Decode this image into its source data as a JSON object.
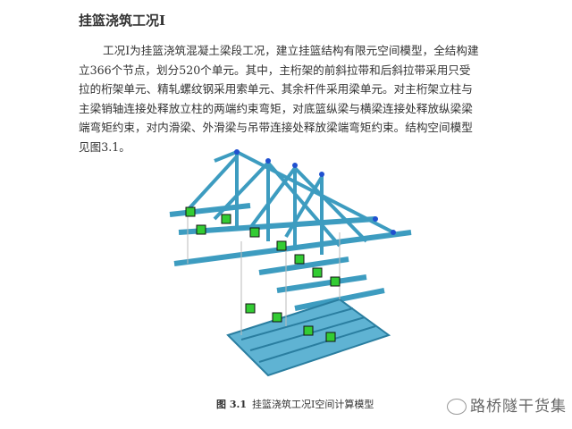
{
  "heading": "挂篮浇筑工况Ⅰ",
  "paragraph": "工况Ⅰ为挂篮浇筑混凝土梁段工况，建立挂篮结构有限元空间模型，全结构建立366个节点，划分520个单元。其中，主桁架的前斜拉带和后斜拉带采用只受拉的桁架单元、精轧螺纹钢采用索单元、其余杆件采用梁单元。对主桁架立柱与主梁销轴连接处释放立柱的两端约束弯矩，对底篮纵梁与横梁连接处释放纵梁梁端弯矩约束，对内滑梁、外滑梁与吊带连接处释放梁端弯矩约束。结构空间模型见图3.1。",
  "figure": {
    "number": "图 3.1",
    "caption": "挂篮浇筑工况Ⅰ空间计算模型",
    "colors": {
      "steel": "#3d9cc0",
      "node": "#2050d0",
      "support": "#33cc33"
    }
  },
  "watermark": "路桥隧干货集"
}
